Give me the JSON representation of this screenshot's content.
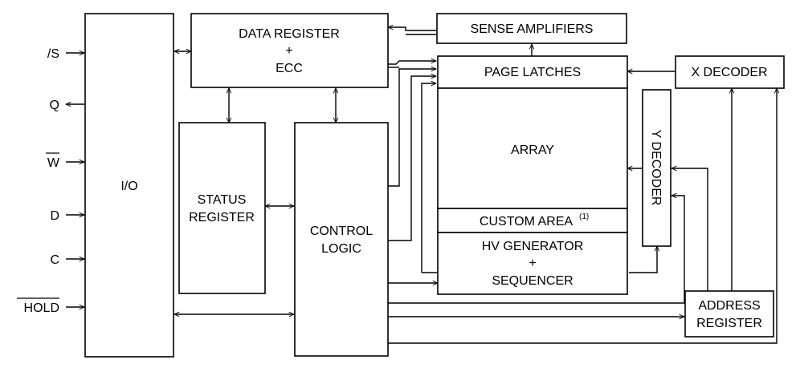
{
  "blocks": {
    "io": "I/O",
    "data_register": [
      "DATA REGISTER",
      "+",
      "ECC"
    ],
    "sense_amplifiers": "SENSE AMPLIFIERS",
    "page_latches": "PAGE LATCHES",
    "x_decoder": "X DECODER",
    "array": "ARRAY",
    "y_decoder": "Y DECODER",
    "status_register": [
      "STATUS",
      "REGISTER"
    ],
    "control_logic": [
      "CONTROL",
      "LOGIC"
    ],
    "custom_area": "CUSTOM AREA",
    "custom_area_note": "(1)",
    "hv_generator": [
      "HV GENERATOR",
      "+",
      "SEQUENCER"
    ],
    "address_register": [
      "ADDRESS",
      "REGISTER"
    ]
  },
  "signals": [
    {
      "name": "/S",
      "direction": "in",
      "overbar": false
    },
    {
      "name": "Q",
      "direction": "out",
      "overbar": false
    },
    {
      "name": "W",
      "direction": "in",
      "overbar": true
    },
    {
      "name": "D",
      "direction": "in",
      "overbar": false
    },
    {
      "name": "C",
      "direction": "in",
      "overbar": false
    },
    {
      "name": "HOLD",
      "direction": "in",
      "overbar": true
    }
  ]
}
